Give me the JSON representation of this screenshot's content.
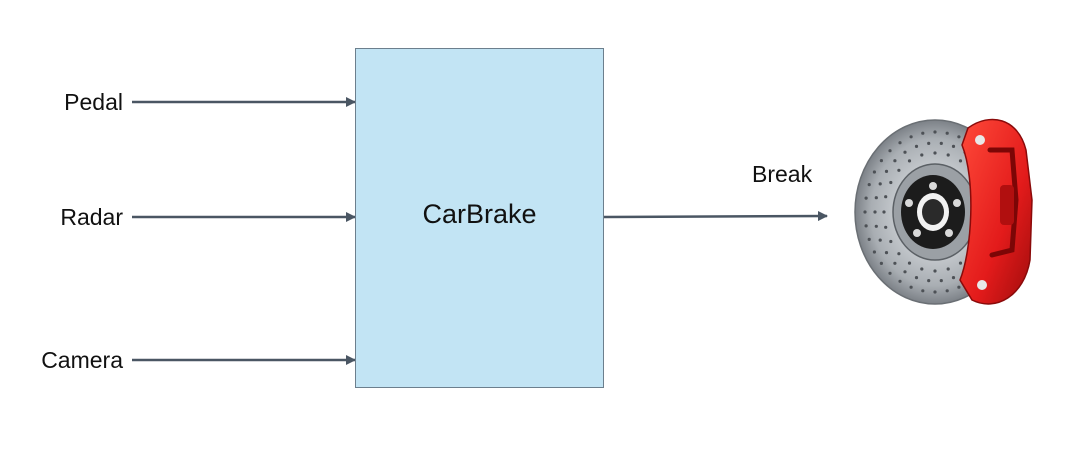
{
  "diagram": {
    "inputs": [
      {
        "label": "Pedal"
      },
      {
        "label": "Radar"
      },
      {
        "label": "Camera"
      }
    ],
    "block": {
      "label": "CarBrake"
    },
    "output": {
      "label": "Break"
    },
    "image": {
      "icon": "disc-brake-caliper-icon"
    },
    "colors": {
      "block_fill": "#c2e4f4",
      "block_border": "#6c7f8d",
      "arrow": "#4a5663",
      "caliper": "#e31b1b",
      "rotor": "#b8bcc0",
      "hub": "#1c1c1c"
    }
  }
}
